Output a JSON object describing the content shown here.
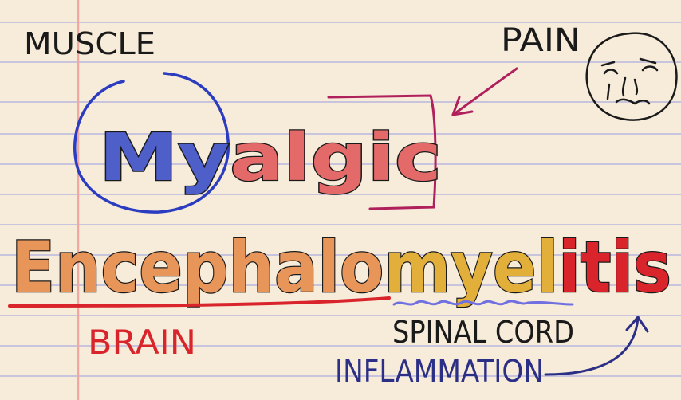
{
  "labels": {
    "muscle": "MUSCLE",
    "pain": "PAIN",
    "brain": "BRAIN",
    "spinal_cord": "SPINAL CORD",
    "inflammation": "INFLAMMATION"
  },
  "words": {
    "myalgic_prefix": "My",
    "myalgic_suffix": "algic",
    "encephalo": "Encephalo",
    "mye": "mye",
    "l": "l",
    "itis": "itis"
  },
  "colors": {
    "paper": "#f7ecd9",
    "ruled_line": "#c9c4de",
    "margin_line": "#f0a8a0",
    "muscle_blue": "#4f5fc9",
    "muscle_circle": "#2c3cc0",
    "pain_red": "#e46a6a",
    "pain_bracket": "#b0205c",
    "pain_arrow": "#b0205c",
    "encephalo_orange": "#e8955a",
    "mye_yellow": "#e2b03a",
    "itis_red": "#d8242a",
    "brain_underline": "#d8242a",
    "spinal_squiggle": "#7070e0",
    "inflammation_navy": "#2c2f86",
    "ink": "#1a1a1a"
  },
  "icons": [
    "frowning-face-icon",
    "arrow-down-left-icon",
    "arrow-up-right-icon"
  ]
}
